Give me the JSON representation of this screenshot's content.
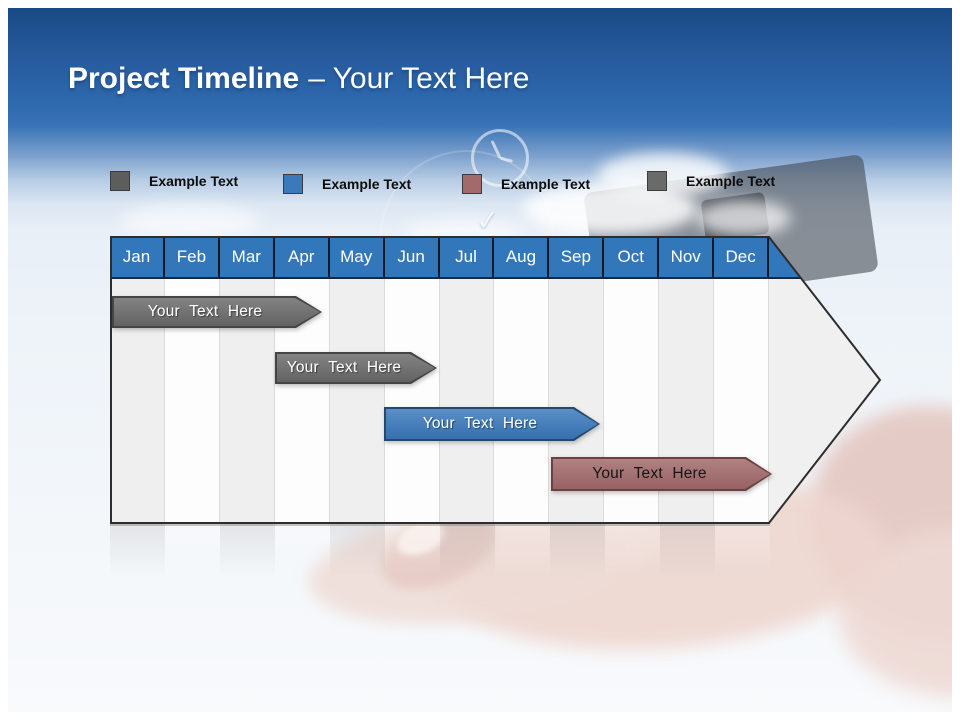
{
  "slide": {
    "title_bold": "Project Timeline",
    "title_rest": "– Your Text Here"
  },
  "legend": {
    "items": [
      {
        "label": "Example Text",
        "color": "#5d5d5d"
      },
      {
        "label": "Example Text",
        "color": "#3a79bc"
      },
      {
        "label": "Example Text",
        "color": "#a26a6a"
      },
      {
        "label": "Example Text",
        "color": "#6a6a6a"
      }
    ]
  },
  "timeline": {
    "months": [
      "Jan",
      "Feb",
      "Mar",
      "Apr",
      "May",
      "Jun",
      "Jul",
      "Aug",
      "Sep",
      "Oct",
      "Nov",
      "Dec"
    ],
    "header_color": "#3377bb",
    "bars": [
      {
        "label": "Your Text Here",
        "color": "#6b6b6b",
        "text_color": "#ffffff",
        "start": "Jan",
        "end": "Apr"
      },
      {
        "label": "Your Text Here",
        "color": "#6b6b6b",
        "text_color": "#ffffff",
        "start": "Apr",
        "end": "Jun"
      },
      {
        "label": "Your Text Here",
        "color": "#3a79bc",
        "text_color": "#ffffff",
        "start": "Jun",
        "end": "Sep"
      },
      {
        "label": "Your Text Here",
        "color": "#a26a6a",
        "text_color": "#1a1a1a",
        "start": "Sep",
        "end": "Dec"
      }
    ]
  }
}
